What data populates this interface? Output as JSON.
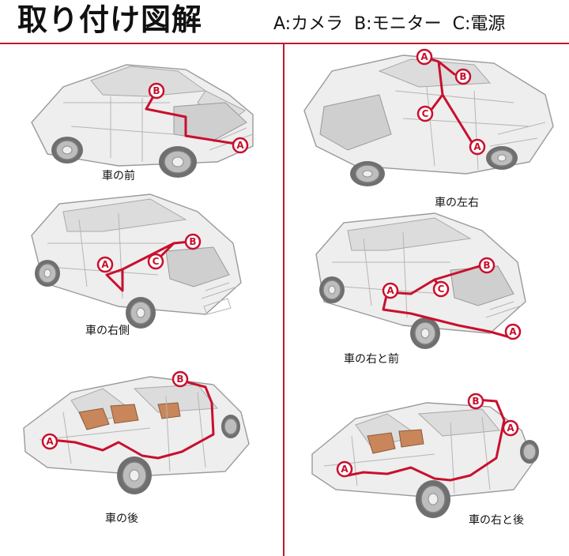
{
  "title": "取り付け図解",
  "legend": {
    "a": "A:カメラ",
    "b": "B:モニター",
    "c": "C:電源"
  },
  "panels": [
    {
      "caption": "車の前",
      "markers": [
        "B",
        "A"
      ]
    },
    {
      "caption": "車の左右",
      "markers": [
        "A",
        "B",
        "C",
        "A"
      ]
    },
    {
      "caption": "車の右側",
      "markers": [
        "B",
        "A",
        "C"
      ]
    },
    {
      "caption": "車の右と前",
      "markers": [
        "B",
        "A",
        "C",
        "A"
      ]
    },
    {
      "caption": "車の後",
      "markers": [
        "B",
        "A"
      ]
    },
    {
      "caption": "車の右と後",
      "markers": [
        "B",
        "A",
        "A"
      ]
    }
  ],
  "colors": {
    "accent": "#c8102e",
    "divider": "#c0172e"
  }
}
